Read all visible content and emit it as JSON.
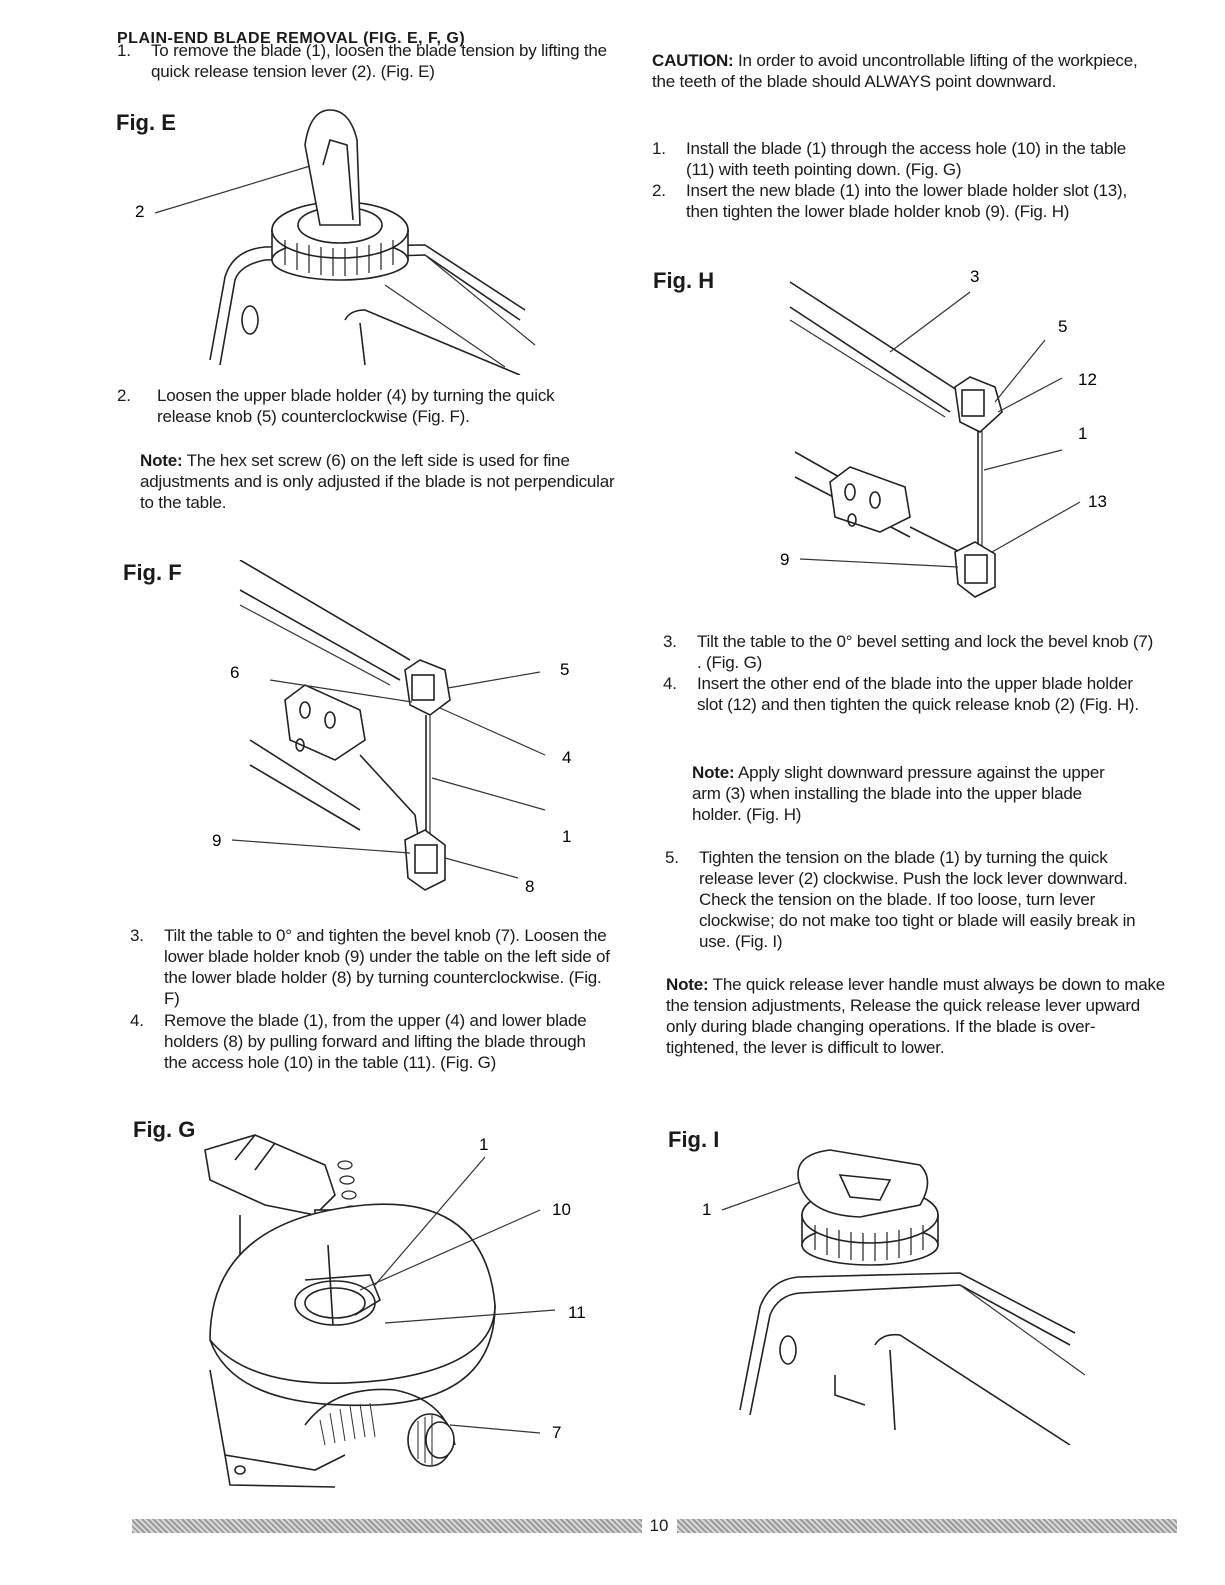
{
  "page": {
    "number": "10",
    "left": {
      "heading": "PLAIN-END BLADE REMOVAL (FIG. E, F, G)",
      "step1": {
        "num": "1.",
        "text": "To remove the blade (1), loosen the blade tension by lifting the quick release tension lever (2). (Fig. E)"
      },
      "fig_e": {
        "label": "Fig. E",
        "callouts": [
          "2"
        ]
      },
      "step2": {
        "num": "2.",
        "text": "Loosen the upper blade holder (4) by turning the quick release knob (5) counterclockwise (Fig. F)."
      },
      "note1": {
        "lead": "Note:",
        "text": "The hex set screw (6) on the left side is used for fine adjustments and is only adjusted if the blade is not perpendicular to the table."
      },
      "fig_f": {
        "label": "Fig. F",
        "callouts": [
          "6",
          "5",
          "4",
          "1",
          "9",
          "8"
        ]
      },
      "step3": {
        "num": "3.",
        "text": "Tilt the table to 0° and tighten the bevel knob (7). Loosen the lower blade holder knob (9) under the table on the left side of the lower blade holder (8) by turning counterclockwise. (Fig. F)"
      },
      "step4": {
        "num": "4.",
        "text": "Remove the blade (1), from the upper (4) and lower blade holders (8) by pulling forward and lifting the blade through the access hole (10) in the table (11). (Fig. G)"
      },
      "fig_g": {
        "label": "Fig. G",
        "callouts": [
          "1",
          "10",
          "11",
          "7"
        ]
      }
    },
    "right": {
      "caution": {
        "lead": "CAUTION:",
        "text": "In order to avoid uncontrollable lifting of the workpiece, the teeth of the blade should ALWAYS point downward."
      },
      "step1": {
        "num": "1.",
        "text": "Install the blade (1) through the access hole (10) in the table (11) with teeth pointing down. (Fig. G)"
      },
      "step2": {
        "num": "2.",
        "text": "Insert the new blade (1) into the lower blade holder slot (13), then tighten the lower blade holder knob (9). (Fig. H)"
      },
      "fig_h": {
        "label": "Fig. H",
        "callouts": [
          "3",
          "5",
          "12",
          "1",
          "13",
          "9"
        ]
      },
      "step3": {
        "num": "3.",
        "text": "Tilt the table to the 0° bevel setting and lock the bevel knob (7) . (Fig. G)"
      },
      "step4": {
        "num": "4.",
        "text": "Insert the other end of the blade into the upper blade holder slot (12) and then tighten the quick release knob (2) (Fig. H)."
      },
      "note2": {
        "lead": "Note:",
        "text": "Apply slight downward pressure against the upper arm (3) when installing the blade into the upper blade holder. (Fig. H)"
      },
      "step5": {
        "num": "5.",
        "text": "Tighten the tension on the blade (1) by turning the quick release lever (2) clockwise. Push the lock lever downward. Check the tension on the blade. If too loose, turn lever clockwise; do not make too tight or blade will easily break in use. (Fig. I)"
      },
      "note3": {
        "lead": "Note:",
        "text": "The quick release lever handle must always be down to make the tension adjustments, Release the quick release lever upward only during blade changing operations. If the blade is over-tightened, the lever is difficult to lower."
      },
      "fig_i": {
        "label": "Fig. I",
        "callouts": [
          "1"
        ]
      }
    }
  }
}
